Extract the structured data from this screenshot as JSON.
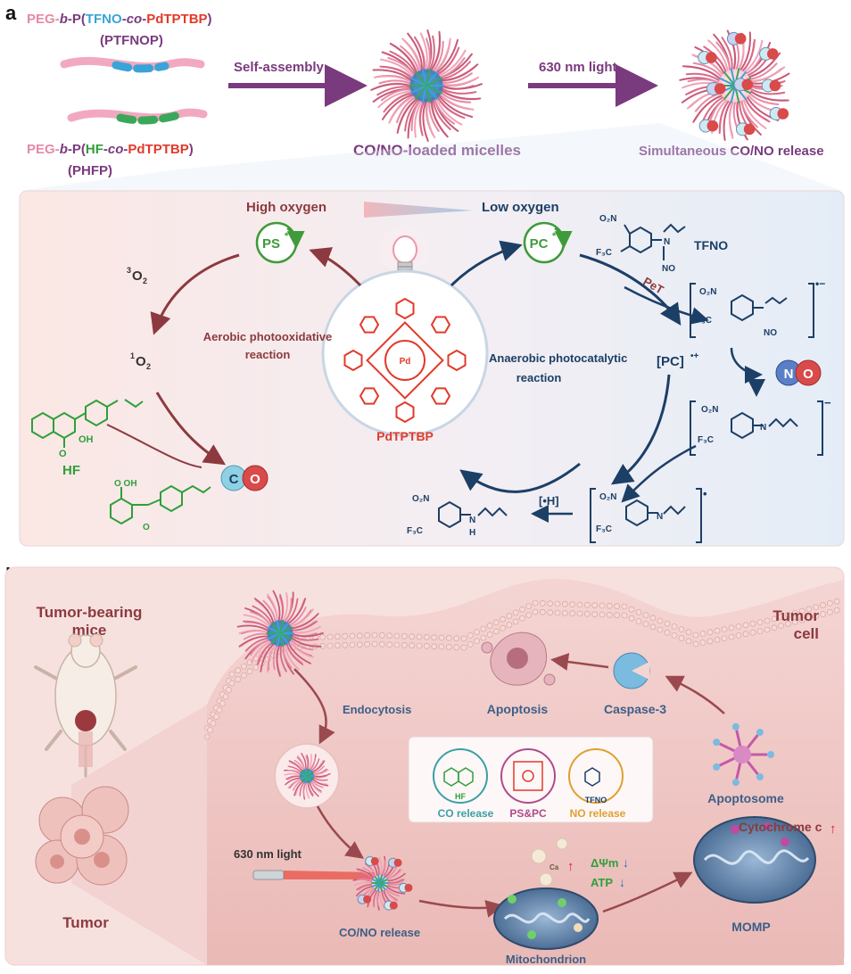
{
  "panel_a": {
    "letter": "a",
    "ptfnop": {
      "prefix": "PEG-",
      "b": "b",
      "p": "-P(",
      "tfno": "TFNO",
      "dash1": "-",
      "co": "co",
      "dash2": "-",
      "pd": "PdTPTBP",
      "close": ")",
      "abbr": "(PTFNOP)"
    },
    "phfp": {
      "prefix": "PEG-",
      "b": "b",
      "p": "-P(",
      "hf": "HF",
      "dash1": "-",
      "co": "co",
      "dash2": "-",
      "pd": "PdTPTBP",
      "close": ")",
      "abbr": "(PHFP)"
    },
    "self_assembly": "Self-assembly",
    "light": "630 nm light",
    "micelles": "CO/NO-loaded micelles",
    "release": "Simultaneous CO/NO release",
    "high_oxygen": "High oxygen",
    "low_oxygen": "Low oxygen",
    "ps": "PS",
    "pc": "PC",
    "o2_triplet": "O",
    "o2_singlet": "O",
    "aerobic_1": "Aerobic photooxidative",
    "aerobic_2": "reaction",
    "anaerobic_1": "Anaerobic photocatalytic",
    "anaerobic_2": "reaction",
    "pdtptbp": "PdTPTBP",
    "pd": "Pd",
    "hf": "HF",
    "tfno": "TFNO",
    "pet": "PeT",
    "pc_radical": "[PC]",
    "h_radical": "[•H]",
    "co_c": "C",
    "co_o": "O",
    "no_n": "N",
    "no_o": "O"
  },
  "panel_b": {
    "letter": "b",
    "mice_1": "Tumor-bearing",
    "mice_2": "mice",
    "tumor": "Tumor",
    "tumor_cell_1": "Tumor",
    "tumor_cell_2": "cell",
    "endocytosis": "Endocytosis",
    "apoptosis": "Apoptosis",
    "caspase": "Caspase-3",
    "apoptosome": "Apoptosome",
    "cytochrome": "Cytochrome c",
    "light": "630 nm light",
    "co_no_release": "CO/NO release",
    "mitochondrion": "Mitochondrion",
    "momp": "MOMP",
    "dpsi": "ΔΨm",
    "atp": "ATP",
    "ca": "Ca",
    "inset_co": "CO release",
    "inset_ps": "PS&PC",
    "inset_no": "NO release",
    "inset_hf": "HF",
    "inset_tfno": "TFNO"
  },
  "colors": {
    "peg_pink": "#e58aa6",
    "tfno_blue": "#3aa3d8",
    "pd_red": "#e23a2a",
    "hf_green": "#2f9f3a",
    "purple": "#7a3a7e",
    "maroon": "#8c3a3f",
    "navy": "#1c3f66",
    "green_cycle": "#3f9b3a"
  }
}
